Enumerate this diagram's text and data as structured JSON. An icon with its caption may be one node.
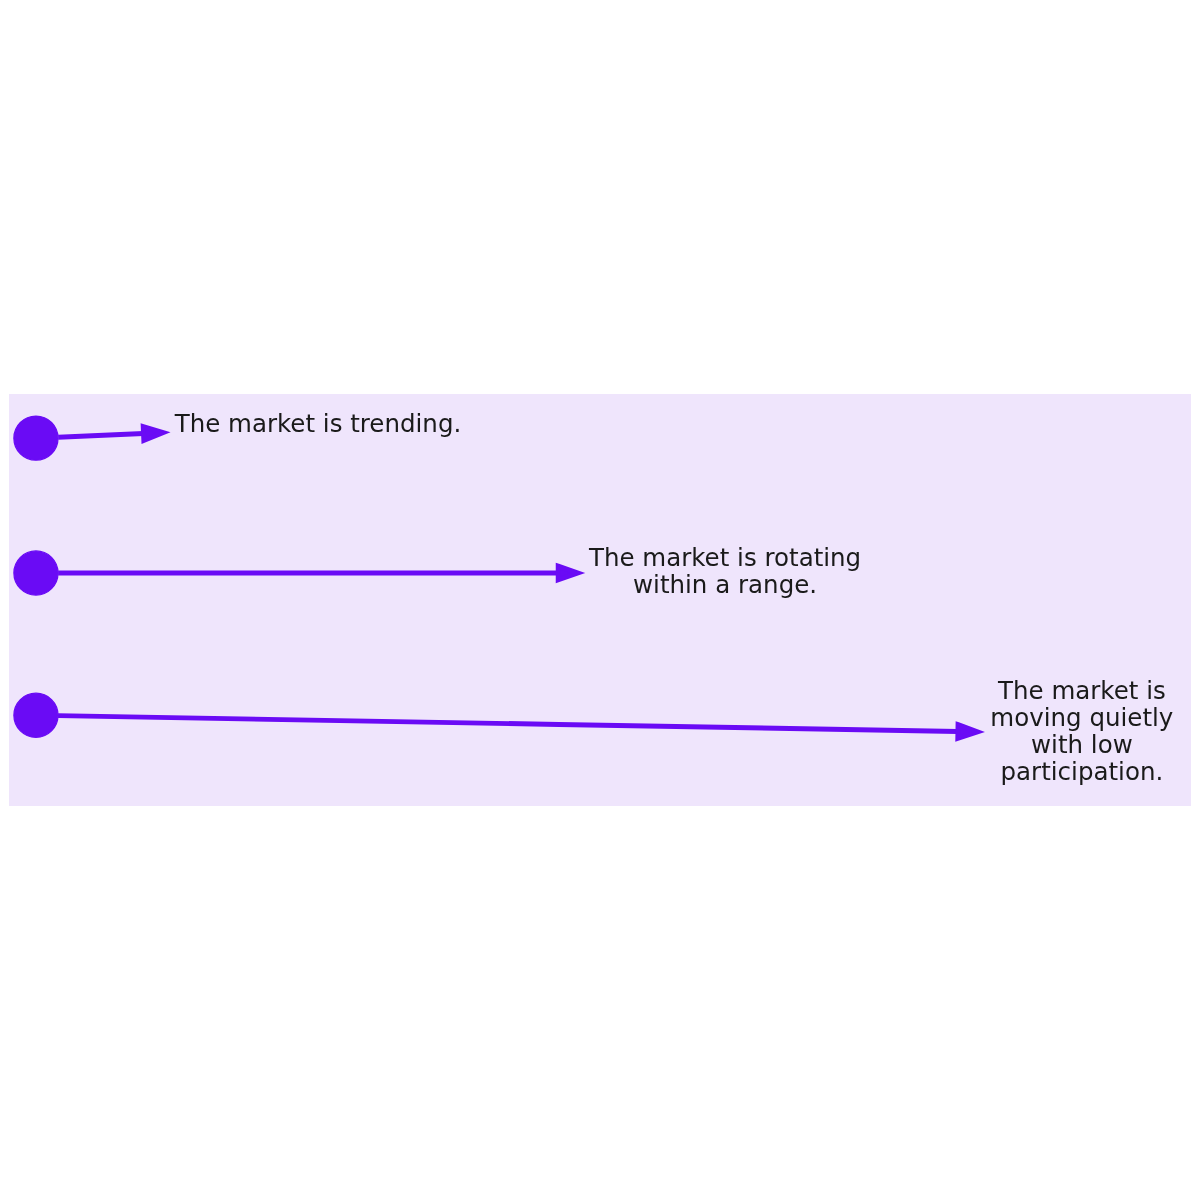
{
  "diagram": {
    "nodes": [
      {
        "text": [],
        "shape": "circle"
      },
      {
        "text": [
          "The market is trending."
        ]
      },
      {
        "text": [],
        "shape": "circle"
      },
      {
        "text": [
          "The market is rotating within a range."
        ]
      },
      {
        "text": [],
        "shape": "circle"
      },
      {
        "text": [
          "The market is moving quietly with low participation."
        ]
      }
    ],
    "edges": [
      {
        "from": 0,
        "to": 1,
        "arrow": "to"
      },
      {
        "from": 2,
        "to": 3,
        "arrow": "to"
      },
      {
        "from": 4,
        "to": 5,
        "arrow": "to"
      }
    ]
  }
}
